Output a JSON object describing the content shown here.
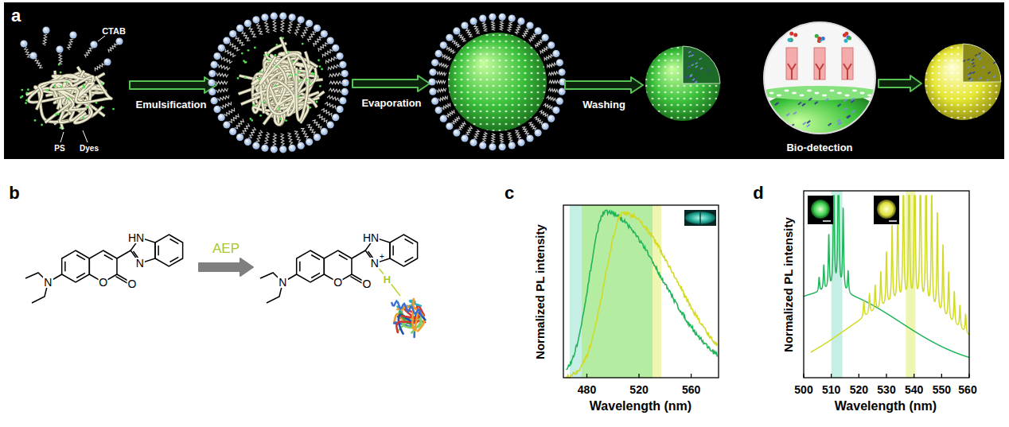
{
  "diagram": {
    "labels": [
      "a",
      "CTAB",
      "PS",
      "Dyes",
      "Emulsification",
      "Evaporation",
      "Washing",
      "Bio-detection",
      "b",
      "N",
      "O",
      "O",
      "HN",
      "N",
      "AEP",
      "N",
      "O",
      "O",
      "HN",
      "N",
      "+",
      "H",
      "c",
      "Normalized PL intensity",
      "480",
      "520",
      "560",
      "Wavelength (nm)",
      "d",
      "Normalized PL intensity",
      "500",
      "510",
      "520",
      "530",
      "540",
      "550",
      "560",
      "Wavelength (nm)"
    ]
  }
}
